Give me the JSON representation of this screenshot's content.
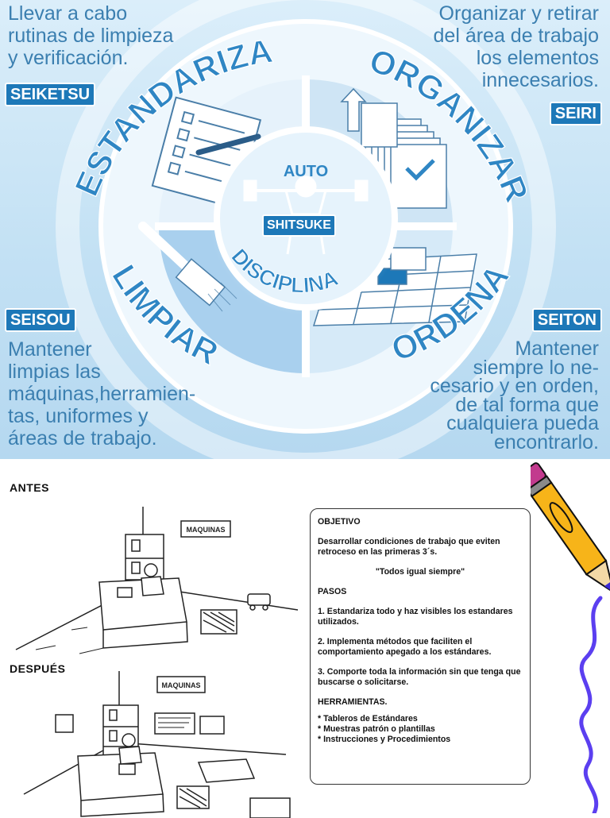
{
  "wheel": {
    "top_left_text": [
      "Llevar a cabo",
      "rutinas de limpieza",
      "y verificación."
    ],
    "top_right_text": [
      "Organizar y retirar",
      "del área de trabajo",
      "los elementos",
      "innecesarios."
    ],
    "bottom_left_text": [
      "Mantener",
      "limpias las",
      "máquinas,herramien-",
      "tas, uniformes y",
      "áreas de trabajo."
    ],
    "bottom_right_text": [
      "Mantener",
      "siempre lo ne-",
      "cesario y en orden,",
      "de tal forma que",
      "cualquiera pueda",
      "encontrarlo."
    ],
    "tags": {
      "seiketsu": "SEIKETSU",
      "seiri": "SEIRI",
      "seisou": "SEISOU",
      "seiton": "SEITON",
      "shitsuke": "SHITSUKE"
    },
    "arc_labels": {
      "estandarizar": "ESTANDARIZAR",
      "organizar": "ORGANIZAR",
      "limpiar": "LIMPIAR",
      "ordenar": "ORDENAR",
      "disciplina": "DISCIPLINA"
    },
    "center_top": "AUTO",
    "colors": {
      "text_blue": "#3b7fb0",
      "tag_blue": "#1d78b8",
      "arc_blue": "#2f86c4"
    }
  },
  "scenes": {
    "antes": "ANTES",
    "despues": "DESPUÉS",
    "sign": "MAQUINAS"
  },
  "objective_box": {
    "h_objetivo": "OBJETIVO",
    "objetivo_text": "Desarrollar condiciones de trabajo que eviten retroceso en las primeras 3´s.",
    "quote": "\"Todos igual siempre\"",
    "h_pasos": "PASOS",
    "paso1": "1. Estandariza todo y haz visibles los estandares utilizados.",
    "paso2": "2. Implementa métodos que faciliten el comportamiento apegado a los estándares.",
    "paso3": "3. Comporte toda la información sin que tenga que buscarse o solicitarse.",
    "h_herramientas": "HERRAMIENTAS.",
    "herramientas": [
      "* Tableros de Estándares",
      "* Muestras patrón o plantillas",
      "* Instrucciones y Procedimientos"
    ]
  }
}
